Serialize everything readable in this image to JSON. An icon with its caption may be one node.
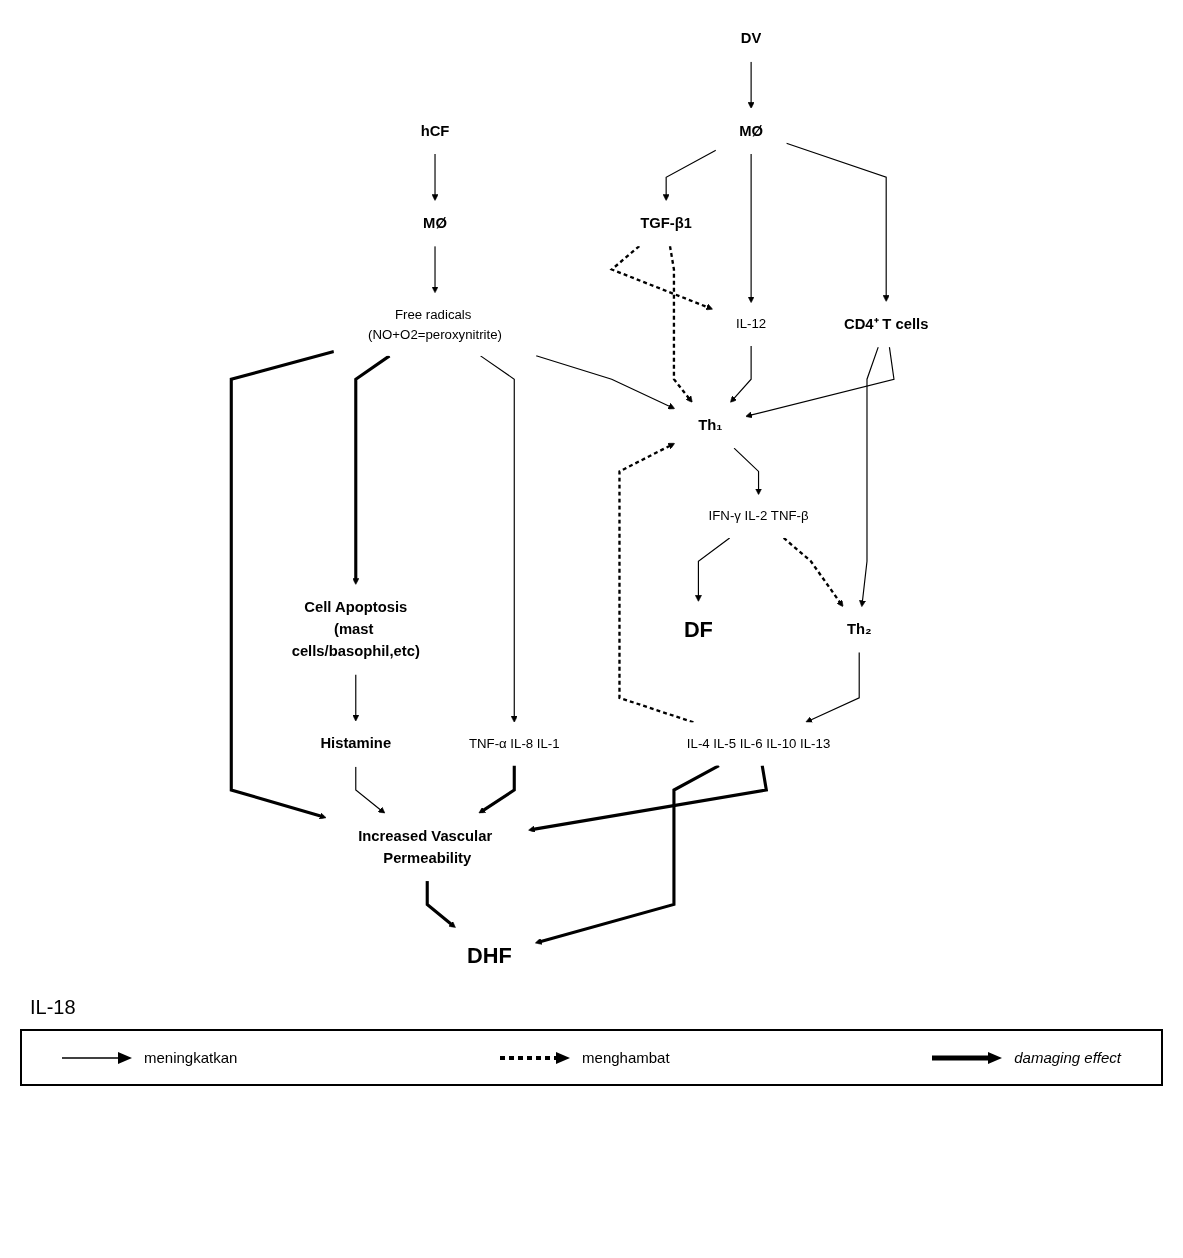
{
  "diagram": {
    "nodes": [
      {
        "text": [
          "CD4⁺ T cells"
        ]
      },
      {
        "text": [
          "hCF"
        ]
      },
      {
        "text": [
          "DV"
        ]
      },
      {
        "text": [
          "MØ"
        ]
      },
      {
        "text": [
          "MØ"
        ]
      },
      {
        "text": [
          "Free radicals (NO+O2=peroxynitrite)"
        ]
      },
      {
        "text": [
          "Th₁"
        ]
      },
      {
        "text": [
          "Th₂"
        ]
      },
      {
        "text": [
          "IL-12"
        ]
      },
      {
        "text": [
          "TGF-β1"
        ]
      },
      {
        "text": [
          "TNF-α IL-8 IL-1"
        ]
      },
      {
        "text": [
          "IFN-γ IL-2 TNF-β"
        ]
      },
      {
        "text": [
          "IL-4 IL-5 IL-6 IL-10 IL-13"
        ]
      },
      {
        "text": [
          "DF"
        ]
      },
      {
        "text": [
          "Cell Apoptosis",
          "(mast cells/basophil,etc)"
        ]
      },
      {
        "text": [
          "Histamine"
        ]
      },
      {
        "text": [
          "Increased Vascular Permeability"
        ]
      },
      {
        "text": [
          "DHF"
        ]
      }
    ],
    "edges": [
      {
        "from": 2,
        "to": 3,
        "arrow": "to"
      },
      {
        "from": 3,
        "to": 0,
        "arrow": "to"
      },
      {
        "from": 1,
        "to": 4,
        "arrow": "to"
      },
      {
        "from": 4,
        "to": 5,
        "arrow": "to"
      },
      {
        "from": 5,
        "to": 6,
        "arrow": "to"
      },
      {
        "from": 0,
        "to": 6,
        "arrow": "to"
      },
      {
        "from": 0,
        "to": 7,
        "arrow": "to"
      },
      {
        "from": 3,
        "to": 8,
        "arrow": "to"
      },
      {
        "from": 3,
        "to": 9,
        "arrow": "to"
      },
      {
        "from": 8,
        "to": 6,
        "arrow": "to"
      },
      {
        "from": 9,
        "to": 6,
        "arrow": "to",
        "style": "dashed"
      },
      {
        "from": 9,
        "to": 8,
        "arrow": "to",
        "style": "dashed"
      },
      {
        "from": 5,
        "to": 10,
        "arrow": "to"
      },
      {
        "from": 5,
        "to": 14,
        "arrow": "to",
        "style": "thick"
      },
      {
        "from": 5,
        "to": 16,
        "arrow": "to",
        "style": "thick"
      },
      {
        "from": 6,
        "to": 11,
        "arrow": "to"
      },
      {
        "from": 11,
        "to": 7,
        "arrow": "to",
        "style": "dashed"
      },
      {
        "from": 7,
        "to": 12,
        "arrow": "to"
      },
      {
        "from": 12,
        "to": 6,
        "arrow": "to",
        "style": "dashed"
      },
      {
        "from": 10,
        "to": 16,
        "arrow": "to",
        "style": "thick"
      },
      {
        "from": 11,
        "to": 13,
        "arrow": "to"
      },
      {
        "from": 12,
        "to": 16,
        "arrow": "to",
        "style": "thick"
      },
      {
        "from": 12,
        "to": 17,
        "arrow": "to",
        "style": "thick"
      },
      {
        "from": 14,
        "to": 15,
        "arrow": "to"
      },
      {
        "from": 15,
        "to": 16,
        "arrow": "to"
      },
      {
        "from": 16,
        "to": 17,
        "arrow": "to",
        "style": "thick"
      }
    ],
    "labels": [
      "IL-18"
    ],
    "legend": [
      {
        "text": "meningkatkan"
      },
      {
        "text": "menghambat"
      },
      {
        "text": "damaging effect"
      }
    ]
  }
}
